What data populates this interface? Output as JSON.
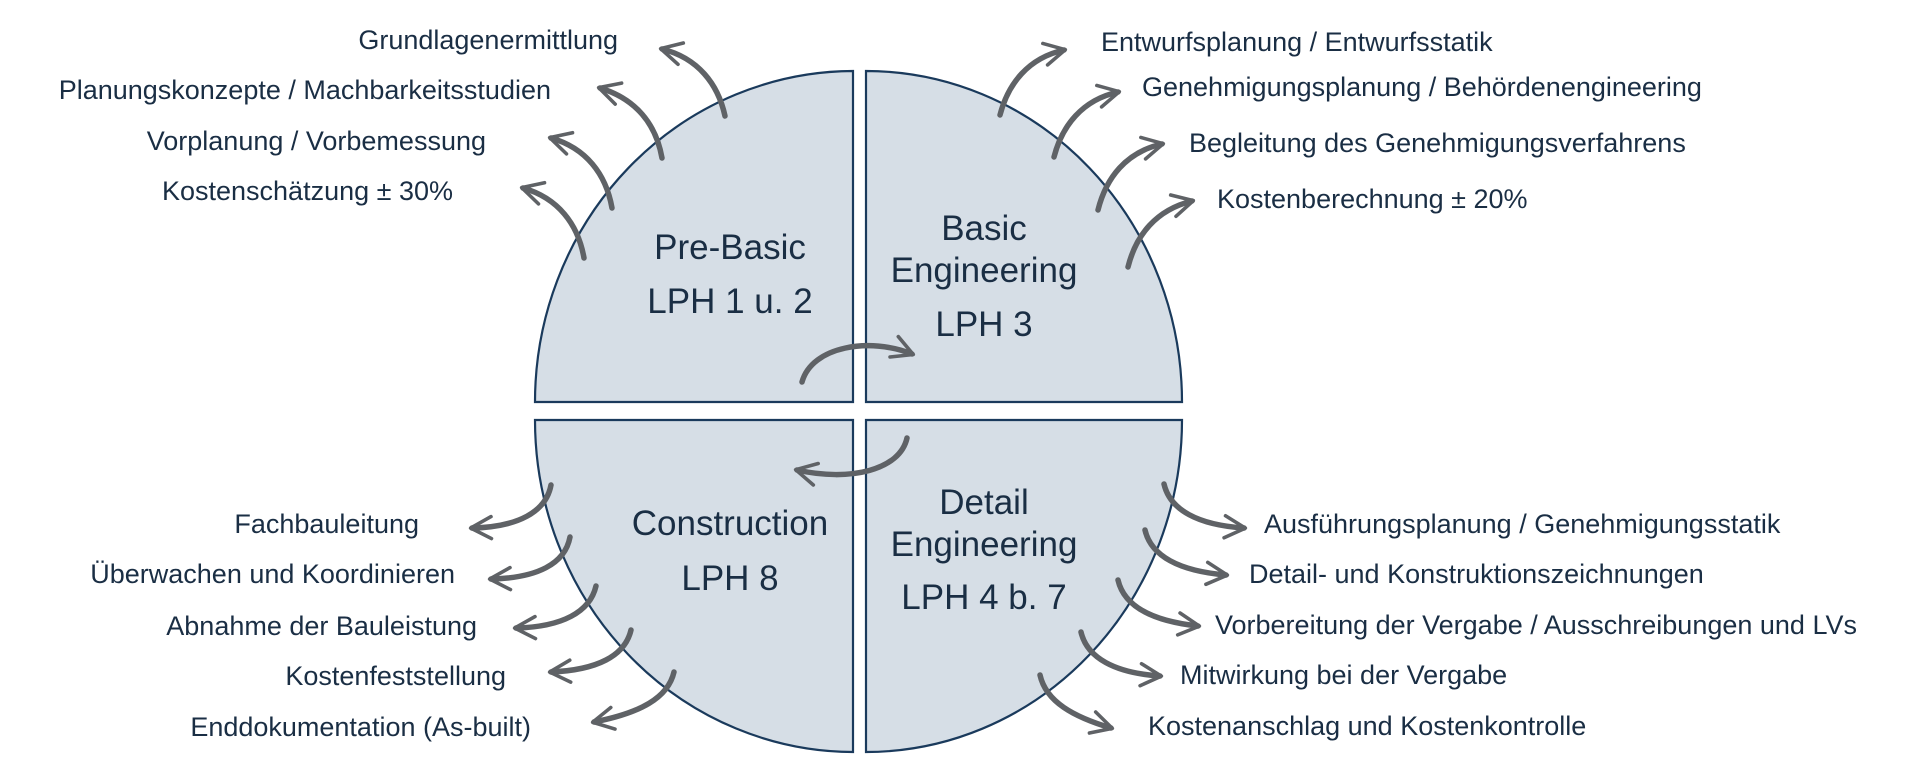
{
  "colors": {
    "quadrant_fill": "#d6dee6",
    "quadrant_stroke": "#1a3a5c",
    "text": "#1a2e44",
    "arrow": "#5f6266"
  },
  "quadrants": {
    "top_left": {
      "line1": "Pre-Basic",
      "line2": "LPH 1 u. 2"
    },
    "top_right": {
      "line1": "Basic",
      "line2": "Engineering",
      "line3": "LPH 3"
    },
    "bottom_left": {
      "line1": "Construction",
      "line2": "LPH 8"
    },
    "bottom_right": {
      "line1": "Detail",
      "line2": "Engineering",
      "line3": "LPH 4 b. 7"
    }
  },
  "tasks": {
    "top_left": [
      "Grundlagenermittlung",
      "Planungskonzepte  / Machbarkeitsstudien",
      "Vorplanung / Vorbemessung",
      "Kostenschätzung ± 30%"
    ],
    "top_right": [
      "Entwurfsplanung / Entwurfsstatik",
      "Genehmigungsplanung / Behördenengineering",
      "Begleitung des Genehmigungsverfahrens",
      "Kostenberechnung ± 20%"
    ],
    "bottom_left": [
      "Fachbauleitung",
      "Überwachen und Koordinieren",
      "Abnahme der Bauleistung",
      "Kostenfeststellung",
      "Enddokumentation (As-built)"
    ],
    "bottom_right": [
      "Ausführungsplanung / Genehmigungsstatik",
      "Detail- und Konstruktionszeichnungen",
      "Vorbereitung der Vergabe / Ausschreibungen und LVs",
      "Mitwirkung bei der Vergabe",
      "Kostenanschlag und Kostenkontrolle"
    ]
  }
}
